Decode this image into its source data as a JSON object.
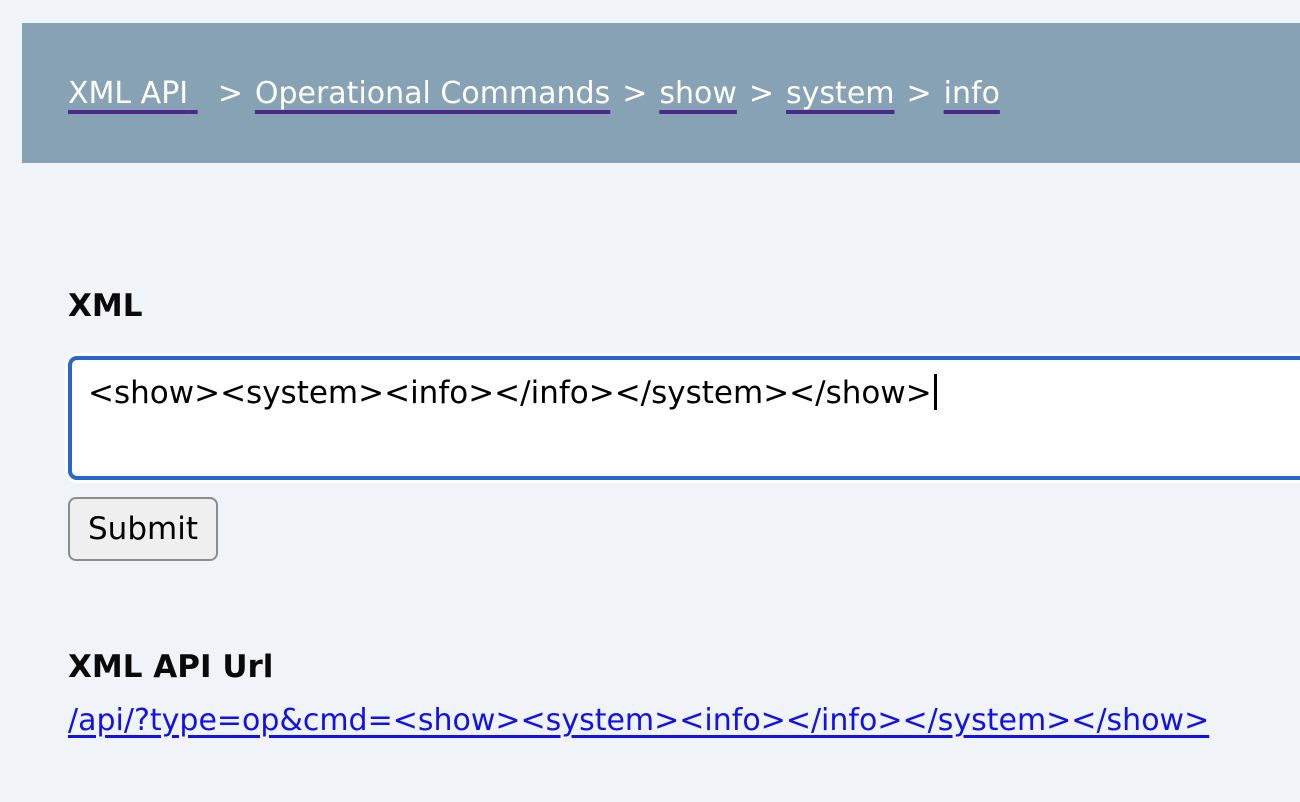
{
  "header": {
    "separator": ">",
    "breadcrumb": [
      {
        "label": "XML API"
      },
      {
        "label": "Operational Commands"
      },
      {
        "label": "show"
      },
      {
        "label": "system"
      },
      {
        "label": "info"
      }
    ]
  },
  "xml_section": {
    "heading": "XML",
    "value": "<show><system><info></info></system></show>",
    "submit_label": "Submit"
  },
  "url_section": {
    "heading": "XML API Url",
    "link_text": "/api/?type=op&cmd=<show><system><info></info></system></show>"
  },
  "colors": {
    "page_background": "#f0f4f9",
    "header_background": "#87a2b4",
    "breadcrumb_text": "#ffffff",
    "breadcrumb_underline": "#4b2a8c",
    "textarea_focus_border": "#2a65c8",
    "link_blue": "#1111ee",
    "button_background": "#efefef",
    "button_border": "#8c8c8c"
  }
}
